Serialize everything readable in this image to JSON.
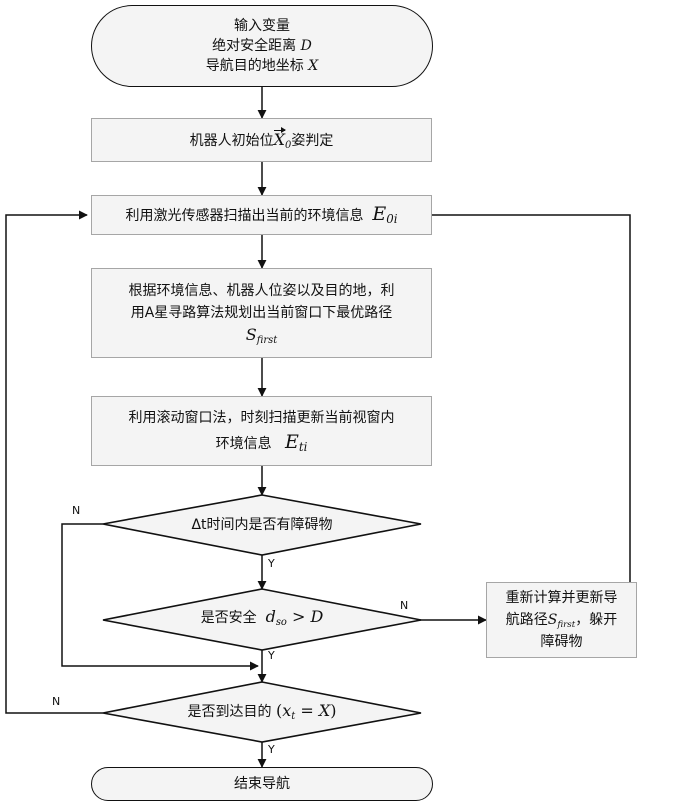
{
  "start": {
    "title": "输入变量",
    "line2_text": "绝对安全距离",
    "line2_var": "D",
    "line3_text": "导航目的地坐标",
    "line3_var": "X"
  },
  "step_pose": {
    "text_before": "机器人初始位",
    "var": "X",
    "var_sub": "0",
    "text_after": "姿判定"
  },
  "step_scan": {
    "text": "利用激光传感器扫描出当前的环境信息",
    "var": "E",
    "var_sub": "0i"
  },
  "step_plan": {
    "line1": "根据环境信息、机器人位姿以及目的地，利",
    "line2": "用A星寻路算法规划出当前窗口下最优路径",
    "var": "S",
    "var_sub": "first"
  },
  "step_window": {
    "line1": "利用滚动窗口法，时刻扫描更新当前视窗内",
    "line2": "环境信息",
    "var": "E",
    "var_sub": "ti"
  },
  "decision_obstacle": {
    "text": "Δt时间内是否有障碍物"
  },
  "decision_safe": {
    "text": "是否安全",
    "expr_d": "d",
    "expr_sub": "so",
    "expr_op": " > ",
    "expr_rhs": "D"
  },
  "decision_goal": {
    "text": "是否到达目的",
    "expr_open": "(",
    "expr_x": "x",
    "expr_sub": "t",
    "expr_op": " = ",
    "expr_rhs": "X",
    "expr_close": ")"
  },
  "recompute": {
    "line1": "重新计算并更新导",
    "line2_text": "航路径",
    "line2_var": "S",
    "line2_sub": "first",
    "line2_after": "，躲开",
    "line3": "障碍物"
  },
  "end": {
    "text": "结束导航"
  },
  "labels": {
    "obstacle_no": "N",
    "obstacle_yes": "Y",
    "safe_no": "N",
    "safe_yes": "Y",
    "goal_no": "N",
    "goal_yes": "Y"
  }
}
